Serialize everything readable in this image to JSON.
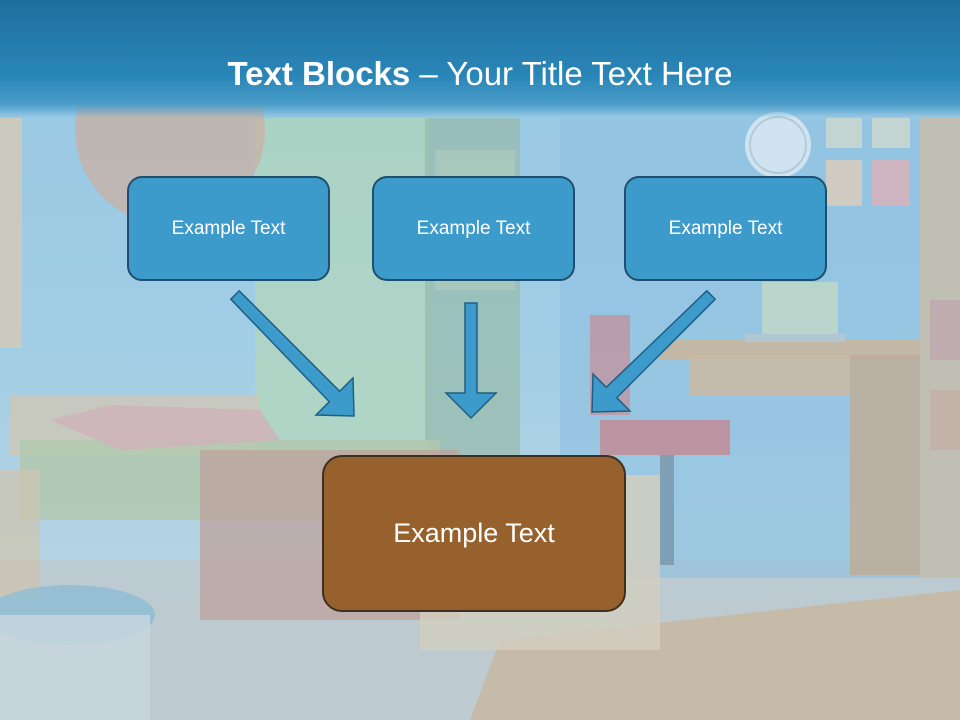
{
  "title": {
    "bold": "Text Blocks",
    "dash": " – ",
    "rest": "Your Title Text Here"
  },
  "blocks": {
    "left": "Example Text",
    "center": "Example Text",
    "right": "Example Text",
    "bottom": "Example Text"
  },
  "colors": {
    "header": "#2a86b8",
    "box_fill": "#3d9bcb",
    "box_border": "#1f4f6e",
    "bottom_fill": "#96612d",
    "bottom_border": "#3f2f22",
    "arrow_fill": "#3d9bcb",
    "text": "#ffffff"
  }
}
